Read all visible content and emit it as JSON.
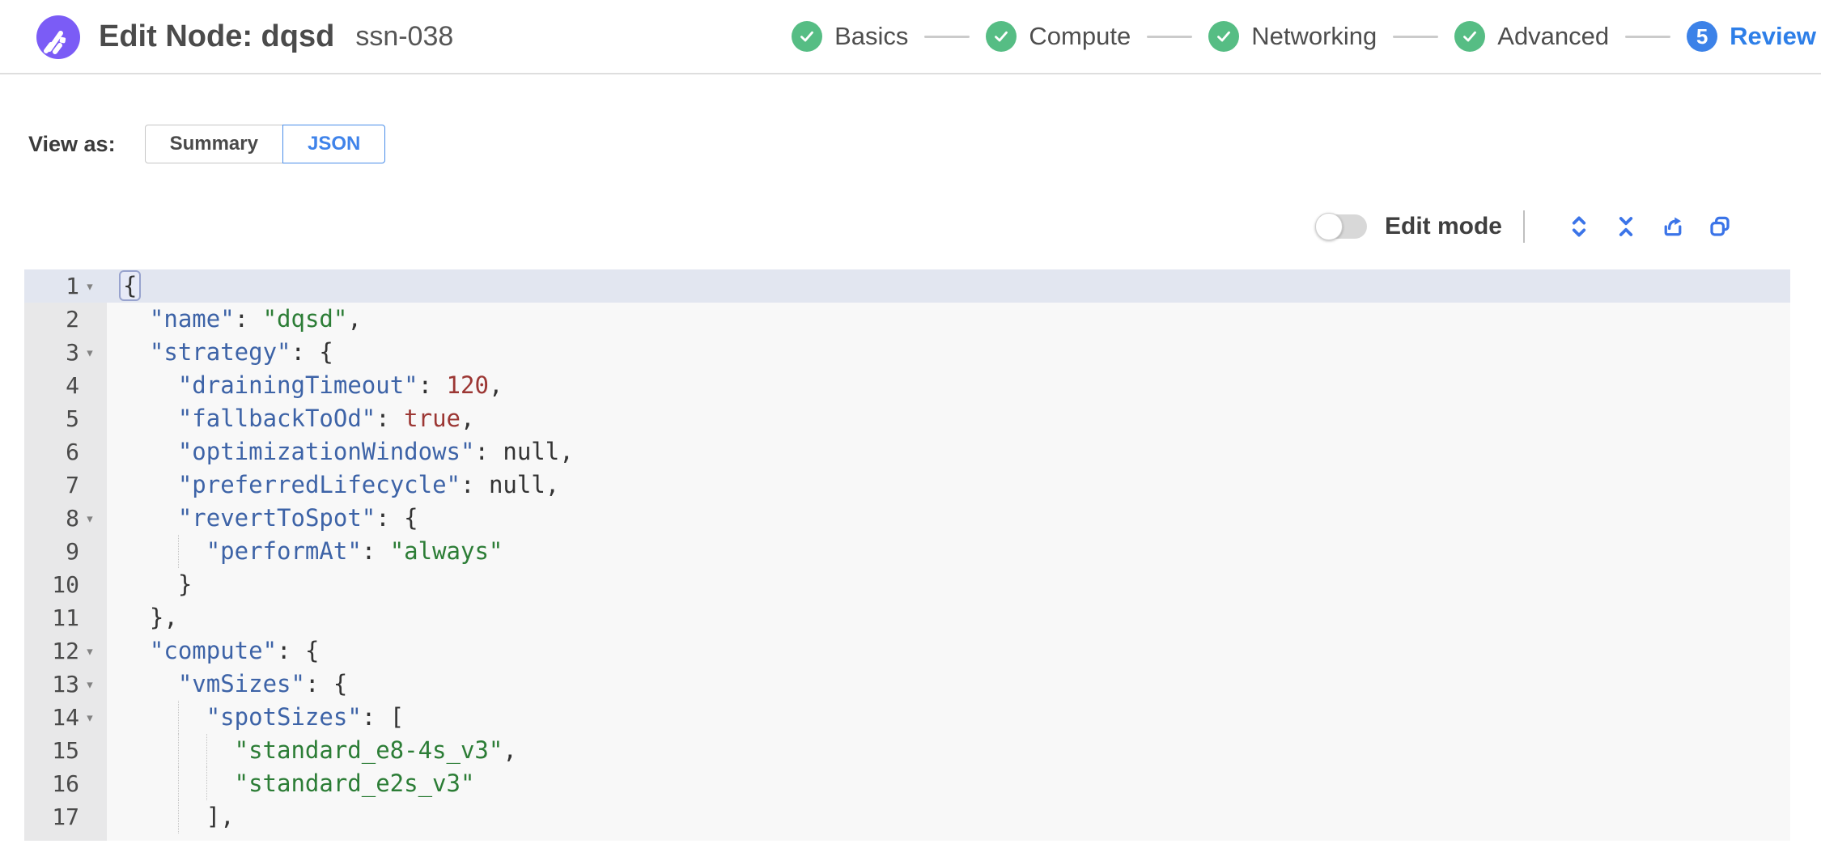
{
  "header": {
    "title": "Edit Node: dqsd",
    "subtitle": "ssn-038",
    "logo": {
      "name": "spot-logo-icon",
      "color": "#7b5cf6"
    },
    "steps": [
      {
        "label": "Basics",
        "status": "done"
      },
      {
        "label": "Compute",
        "status": "done"
      },
      {
        "label": "Networking",
        "status": "done"
      },
      {
        "label": "Advanced",
        "status": "done"
      },
      {
        "label": "Review",
        "status": "current",
        "number": "5"
      }
    ],
    "colors": {
      "step_done": "#56bd84",
      "step_current": "#3c82e8",
      "review_label": "#2e7fe8"
    }
  },
  "view_as": {
    "label": "View as:",
    "options": [
      {
        "label": "Summary",
        "selected": false
      },
      {
        "label": "JSON",
        "selected": true
      }
    ],
    "selected_color": "#3f83ea"
  },
  "toolbar": {
    "edit_mode_label": "Edit mode",
    "edit_mode_on": false,
    "icon_color": "#3b74e8",
    "icons": [
      "expand-icon",
      "collapse-icon",
      "export-icon",
      "copy-icon"
    ]
  },
  "editor": {
    "active_line": 1,
    "token_colors": {
      "key": "#3d63a7",
      "string": "#2c7d36",
      "number": "#9c3734",
      "boolean": "#9c3734",
      "null": "#333333"
    },
    "lines": [
      {
        "n": 1,
        "fold": true,
        "indent": 0,
        "tokens": [
          {
            "t": "p",
            "v": "{",
            "hl": true
          }
        ]
      },
      {
        "n": 2,
        "fold": false,
        "indent": 1,
        "tokens": [
          {
            "t": "k",
            "v": "\"name\""
          },
          {
            "t": "p",
            "v": ": "
          },
          {
            "t": "s",
            "v": "\"dqsd\""
          },
          {
            "t": "p",
            "v": ","
          }
        ]
      },
      {
        "n": 3,
        "fold": true,
        "indent": 1,
        "tokens": [
          {
            "t": "k",
            "v": "\"strategy\""
          },
          {
            "t": "p",
            "v": ": {"
          }
        ]
      },
      {
        "n": 4,
        "fold": false,
        "indent": 2,
        "tokens": [
          {
            "t": "k",
            "v": "\"drainingTimeout\""
          },
          {
            "t": "p",
            "v": ": "
          },
          {
            "t": "n",
            "v": "120"
          },
          {
            "t": "p",
            "v": ","
          }
        ]
      },
      {
        "n": 5,
        "fold": false,
        "indent": 2,
        "tokens": [
          {
            "t": "k",
            "v": "\"fallbackToOd\""
          },
          {
            "t": "p",
            "v": ": "
          },
          {
            "t": "b",
            "v": "true"
          },
          {
            "t": "p",
            "v": ","
          }
        ]
      },
      {
        "n": 6,
        "fold": false,
        "indent": 2,
        "tokens": [
          {
            "t": "k",
            "v": "\"optimizationWindows\""
          },
          {
            "t": "p",
            "v": ": "
          },
          {
            "t": "u",
            "v": "null"
          },
          {
            "t": "p",
            "v": ","
          }
        ]
      },
      {
        "n": 7,
        "fold": false,
        "indent": 2,
        "tokens": [
          {
            "t": "k",
            "v": "\"preferredLifecycle\""
          },
          {
            "t": "p",
            "v": ": "
          },
          {
            "t": "u",
            "v": "null"
          },
          {
            "t": "p",
            "v": ","
          }
        ]
      },
      {
        "n": 8,
        "fold": true,
        "indent": 2,
        "tokens": [
          {
            "t": "k",
            "v": "\"revertToSpot\""
          },
          {
            "t": "p",
            "v": ": {"
          }
        ]
      },
      {
        "n": 9,
        "fold": false,
        "indent": 3,
        "tokens": [
          {
            "t": "k",
            "v": "\"performAt\""
          },
          {
            "t": "p",
            "v": ": "
          },
          {
            "t": "s",
            "v": "\"always\""
          }
        ]
      },
      {
        "n": 10,
        "fold": false,
        "indent": 2,
        "tokens": [
          {
            "t": "p",
            "v": "}"
          }
        ]
      },
      {
        "n": 11,
        "fold": false,
        "indent": 1,
        "tokens": [
          {
            "t": "p",
            "v": "},"
          }
        ]
      },
      {
        "n": 12,
        "fold": true,
        "indent": 1,
        "tokens": [
          {
            "t": "k",
            "v": "\"compute\""
          },
          {
            "t": "p",
            "v": ": {"
          }
        ]
      },
      {
        "n": 13,
        "fold": true,
        "indent": 2,
        "tokens": [
          {
            "t": "k",
            "v": "\"vmSizes\""
          },
          {
            "t": "p",
            "v": ": {"
          }
        ]
      },
      {
        "n": 14,
        "fold": true,
        "indent": 3,
        "tokens": [
          {
            "t": "k",
            "v": "\"spotSizes\""
          },
          {
            "t": "p",
            "v": ": ["
          }
        ]
      },
      {
        "n": 15,
        "fold": false,
        "indent": 4,
        "tokens": [
          {
            "t": "s",
            "v": "\"standard_e8-4s_v3\""
          },
          {
            "t": "p",
            "v": ","
          }
        ]
      },
      {
        "n": 16,
        "fold": false,
        "indent": 4,
        "tokens": [
          {
            "t": "s",
            "v": "\"standard_e2s_v3\""
          }
        ]
      },
      {
        "n": 17,
        "fold": false,
        "indent": 3,
        "tokens": [
          {
            "t": "p",
            "v": "],"
          }
        ]
      }
    ]
  }
}
